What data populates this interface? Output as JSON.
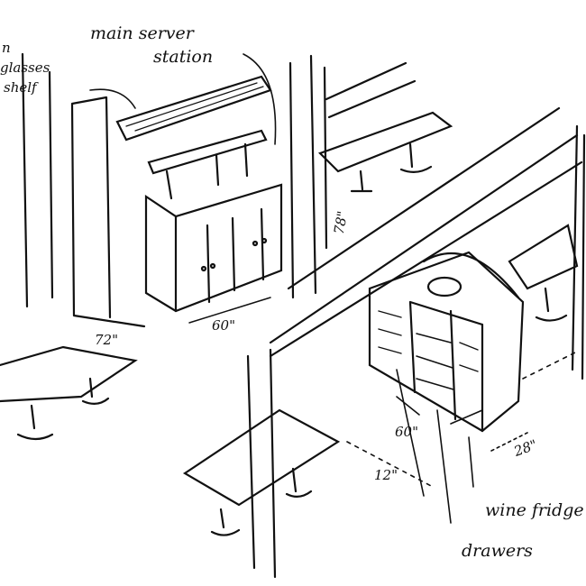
{
  "labels": {
    "main_station_line1": "main server",
    "main_station_line2": "station",
    "glasses_shelf_line1": "n",
    "glasses_shelf_line2": "glasses",
    "glasses_shelf_line3": "shelf",
    "wine_fridge": "wine fridge",
    "drawers": "drawers"
  },
  "dimensions": {
    "height_main": "78\"",
    "width_main": "60\"",
    "height_small": "72\"",
    "width_side": "60\"",
    "depth_side": "12\"",
    "depth_right": "28\""
  },
  "colors": {
    "ink": "#111111",
    "paper": "#ffffff"
  }
}
